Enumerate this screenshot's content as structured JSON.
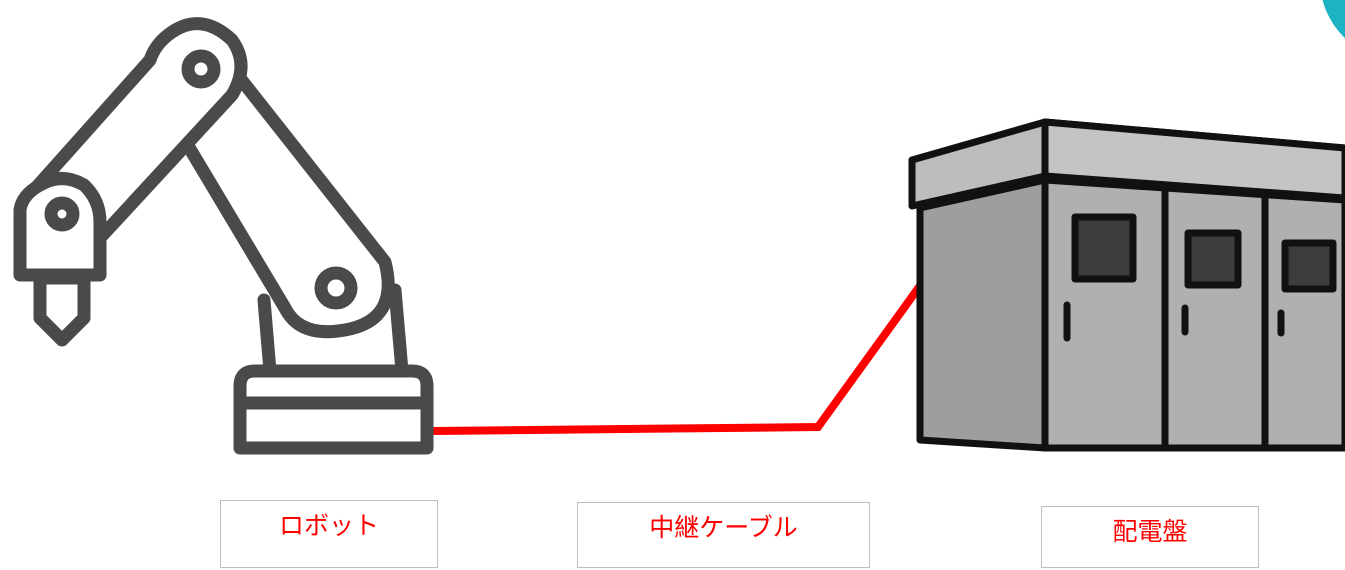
{
  "labels": {
    "robot": "ロボット",
    "cable": "中継ケーブル",
    "panel": "配電盤"
  },
  "colors": {
    "label_text": "#ff0000",
    "cable": "#ff0000",
    "robot_stroke": "#4a4a4a",
    "panel_body": "#9e9e9e",
    "panel_roof": "#b5b5b5",
    "panel_outline": "#111111",
    "corner_accent": "#1cb3c2"
  },
  "icons": {
    "robot": "robot-arm-icon",
    "panel": "distribution-panel-icon"
  }
}
